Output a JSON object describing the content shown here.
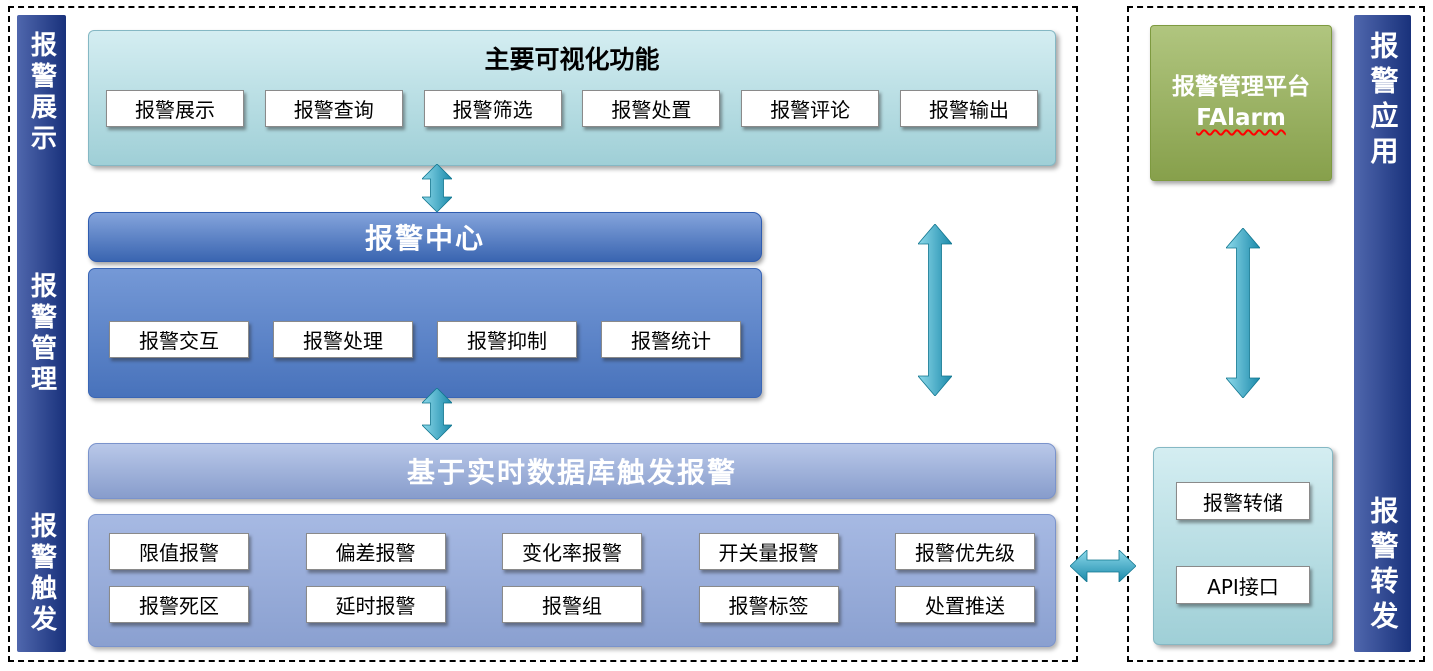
{
  "left_panel": {
    "sidebar_labels": [
      "报警展示",
      "报警管理",
      "报警触发"
    ],
    "visualization": {
      "title": "主要可视化功能",
      "buttons": [
        "报警展示",
        "报警查询",
        "报警筛选",
        "报警处置",
        "报警评论",
        "报警输出"
      ]
    },
    "alarm_center": {
      "title": "报警中心",
      "buttons": [
        "报警交互",
        "报警处理",
        "报警抑制",
        "报警统计"
      ]
    },
    "trigger": {
      "title": "基于实时数据库触发报警",
      "rows": [
        [
          "限值报警",
          "偏差报警",
          "变化率报警",
          "开关量报警",
          "报警优先级"
        ],
        [
          "报警死区",
          "延时报警",
          "报警组",
          "报警标签",
          "处置推送"
        ]
      ]
    }
  },
  "right_panel": {
    "platform_title_line1": "报警管理平台",
    "platform_title_line2": "FAlarm",
    "sidebar_top": "报警应用",
    "sidebar_bottom": "报警转发",
    "buttons": [
      "报警转储",
      "API接口"
    ]
  },
  "colors": {
    "sidebar_blue": "#1E3C96",
    "cyan_box": "#A9DCE4",
    "center_bar": "#4273C9",
    "mgmt_box": "#4E7CCB",
    "trigger_blue": "#93AADD",
    "green_box": "#96B254",
    "arrow_teal": "#28A0BE",
    "underline_red": "#FF0000"
  }
}
